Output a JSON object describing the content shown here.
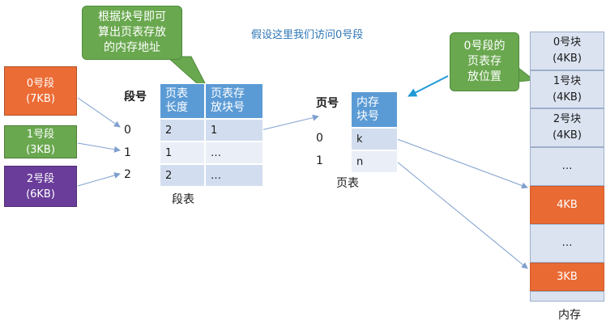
{
  "title": "假设这里我们访问0号段",
  "callouts": {
    "segment_lookup": [
      "根据块号即可",
      "算出页表存放",
      "的内存地址"
    ],
    "page_table_location": [
      "0号段的",
      "页表存",
      "放位置"
    ]
  },
  "segments": [
    {
      "name": "0号段",
      "size": "(7KB)",
      "color": "#ec6c35"
    },
    {
      "name": "1号段",
      "size": "(3KB)",
      "color": "#6aa84f"
    },
    {
      "name": "2号段",
      "size": "(6KB)",
      "color": "#6a3d9a"
    }
  ],
  "segment_table": {
    "index_header": "段号",
    "col1_header": [
      "页表",
      "长度"
    ],
    "col2_header": [
      "页表存",
      "放块号"
    ],
    "indices": [
      "0",
      "1",
      "2"
    ],
    "rows": [
      {
        "length": "2",
        "block": "1"
      },
      {
        "length": "1",
        "block": "…"
      },
      {
        "length": "2",
        "block": "…"
      }
    ],
    "caption": "段表"
  },
  "page_table": {
    "index_header": "页号",
    "col_header": [
      "内存",
      "块号"
    ],
    "indices": [
      "0",
      "1"
    ],
    "rows": [
      "k",
      "n"
    ],
    "caption": "页表"
  },
  "memory": {
    "blocks": [
      {
        "lines": [
          "0号块",
          "(4KB)"
        ],
        "style": "blue"
      },
      {
        "lines": [
          "1号块",
          "(4KB)"
        ],
        "style": "blue"
      },
      {
        "lines": [
          "2号块",
          "(4KB)"
        ],
        "style": "blue"
      },
      {
        "lines": [
          "…"
        ],
        "style": "blue"
      },
      {
        "lines": [
          "4KB"
        ],
        "style": "orange"
      },
      {
        "lines": [
          "…"
        ],
        "style": "blue"
      },
      {
        "lines": [
          "3KB"
        ],
        "style": "orange"
      },
      {
        "lines": [
          ""
        ],
        "style": "blue"
      }
    ],
    "caption": "内存"
  },
  "colors": {
    "header_blue": "#5b9bd5",
    "callout_green": "#6aa84f",
    "title_blue": "#2e75b6",
    "arrow_light": "#7f9fce",
    "arrow_strong": "#1f9ad6",
    "memory_orange": "#ea6a34"
  }
}
